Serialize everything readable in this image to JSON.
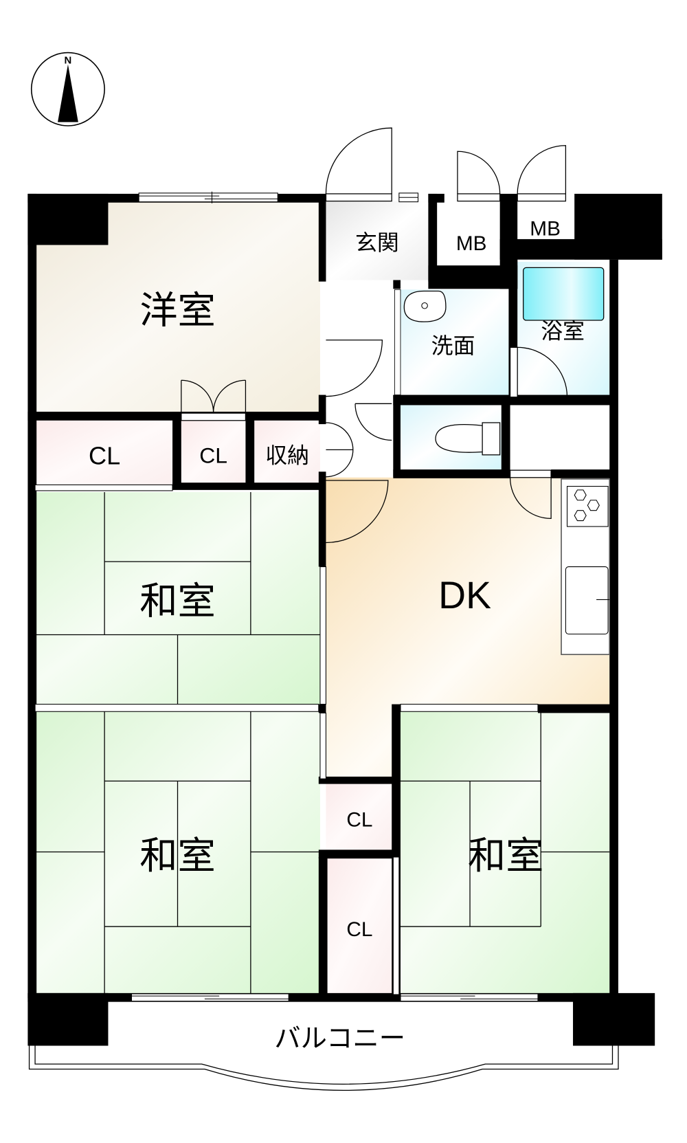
{
  "compass": {
    "label": "N"
  },
  "rooms": {
    "western_room": "洋室",
    "entrance": "玄関",
    "mb1": "MB",
    "mb2": "MB",
    "washroom": "洗面",
    "bathroom": "浴室",
    "closet_1": "CL",
    "closet_2": "CL",
    "storage": "収納",
    "dk": "DK",
    "japanese_room_1": "和室",
    "japanese_room_2": "和室",
    "japanese_room_3": "和室",
    "closet_3": "CL",
    "closet_4": "CL",
    "balcony": "バルコニー"
  },
  "colors": {
    "wall": "#000000",
    "western_room": "#f7f2e8",
    "tatami": "#e2f8dc",
    "closet": "#fcf0f0",
    "wet_area": "#e6f9fc",
    "dk": "#fbefd8",
    "entrance": "#f0f0f0",
    "bathtub": "#8ef0f8"
  }
}
